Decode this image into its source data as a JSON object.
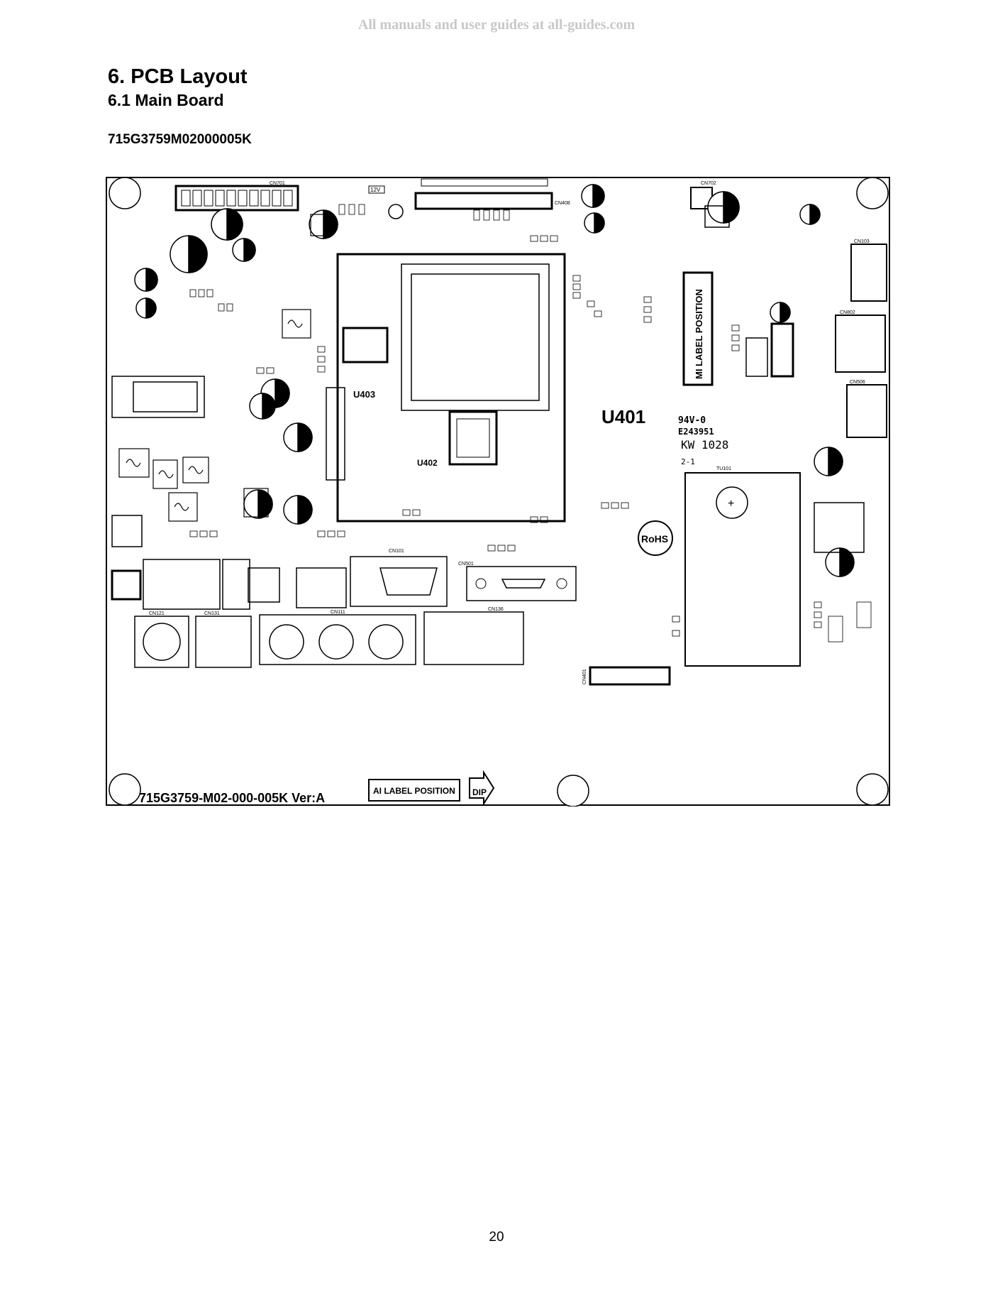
{
  "watermark": "All manuals and user guides at all-guides.com",
  "heading": "6. PCB Layout",
  "subheading": "6.1 Main Board",
  "part_number": "715G3759M02000005K",
  "board": {
    "silkscreen_part": "715G3759-M02-000-005K  Ver:A",
    "ai_label": "AI LABEL POSITION",
    "mi_label": "MI LABEL POSITION",
    "dip_label": "DIP",
    "chip_u401": "U401",
    "chip_u402": "U402",
    "chip_u403": "U403",
    "rohs": "RoHS",
    "cert_line1": "94V-0",
    "cert_line2": "E243951",
    "cert_line3": "KW 1028",
    "cert_line4": "2-1",
    "conn_cn701": "CN701",
    "conn_cn702": "CN702",
    "conn_cn408": "CN408",
    "conn_cn101": "CN101",
    "conn_cn501": "CN501",
    "conn_cn401": "CN401",
    "conn_cn121": "CN121",
    "conn_cn131": "CN131",
    "conn_cn111": "CN111",
    "conn_cn136": "CN136",
    "conn_cn506": "CN506",
    "conn_cn802": "CN802",
    "conn_cn103": "CN103",
    "tuner": "TU101",
    "label_12v": "12V"
  },
  "page_number": "20"
}
